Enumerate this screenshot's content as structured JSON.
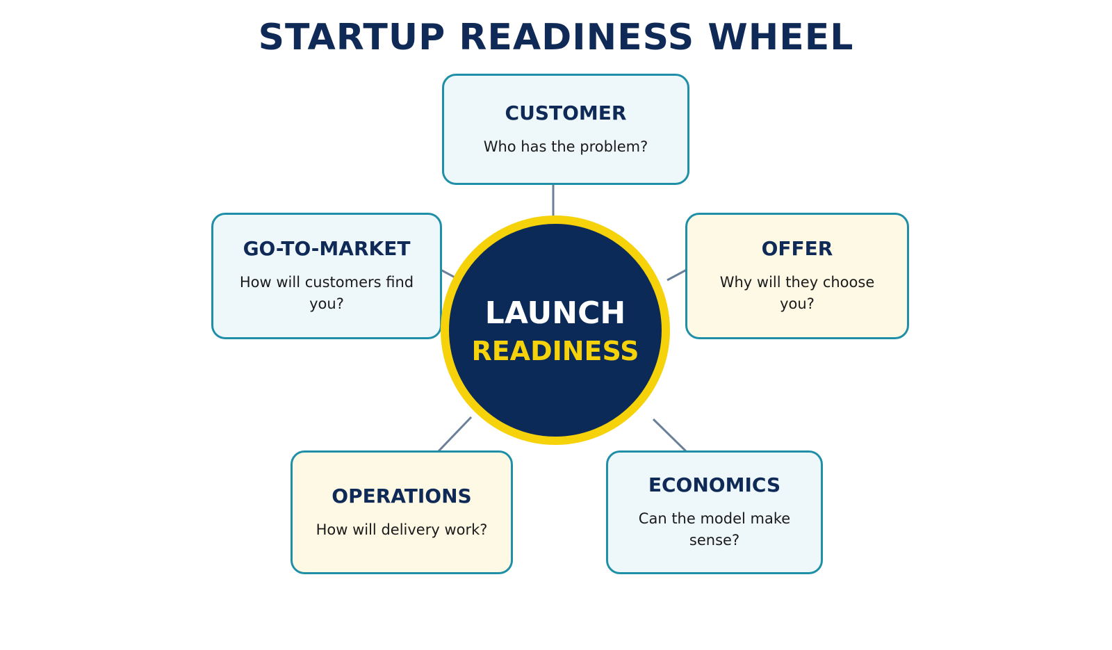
{
  "title": "STARTUP READINESS WHEEL",
  "hub": {
    "line1": "LAUNCH",
    "line2": "READINESS"
  },
  "nodes": [
    {
      "title": "CUSTOMER",
      "question": "Who has the problem?"
    },
    {
      "title": "OFFER",
      "question": "Why will they choose you?"
    },
    {
      "title": "ECONOMICS",
      "question": "Can the model make sense?"
    },
    {
      "title": "OPERATIONS",
      "question": "How will delivery work?"
    },
    {
      "title": "GO-TO-MARKET",
      "question": "How will customers find you?"
    }
  ],
  "colors": {
    "navy": "#0c2a58",
    "gold": "#f5d20a",
    "teal_border": "#1f8fa8",
    "light_blue_fill": "#eef7fa",
    "cream_fill": "#fdf9e4",
    "connector": "#6b7f99"
  }
}
